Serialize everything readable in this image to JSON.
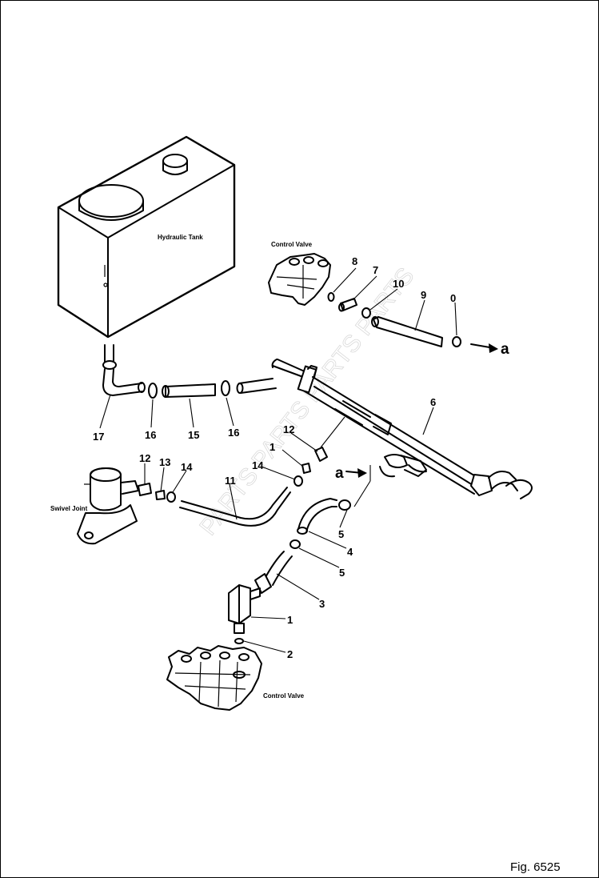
{
  "figure_number": "Fig. 6525",
  "labels": {
    "hydraulic_tank": "Hydraulic Tank",
    "control_valve_top": "Control Valve",
    "control_valve_bottom": "Control Valve",
    "swivel_joint": "Swivel Joint"
  },
  "arrow_refs": {
    "right": "a",
    "left": "a"
  },
  "callouts": {
    "c1": "1",
    "c2": "2",
    "c3": "3",
    "c4": "4",
    "c5a": "5",
    "c5b": "5",
    "c6": "6",
    "c7": "7",
    "c8": "8",
    "c9": "9",
    "c10a": "10",
    "c10b": "0",
    "c11": "11",
    "c12a": "12",
    "c12b": "12",
    "c13a": "13",
    "c13b": "1",
    "c14a": "14",
    "c14b": "14",
    "c15": "15",
    "c16a": "16",
    "c16b": "16",
    "c17": "17"
  }
}
